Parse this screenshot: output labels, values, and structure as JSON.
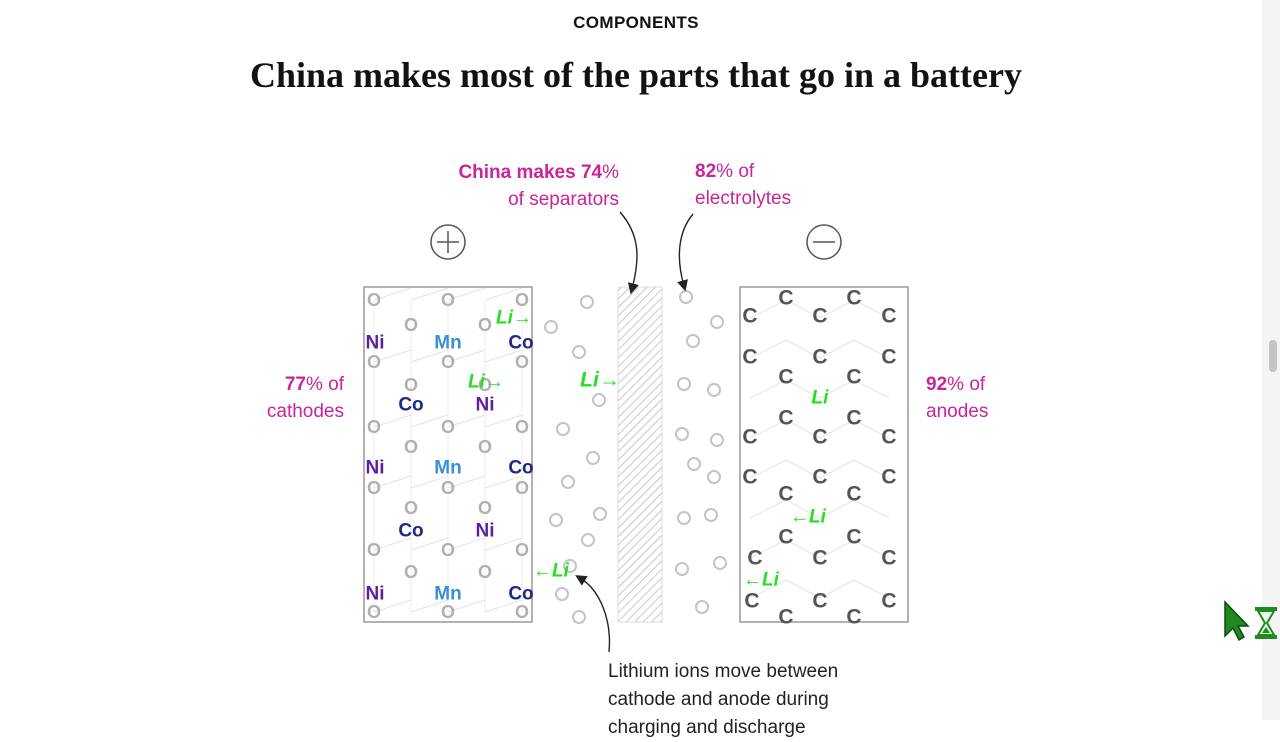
{
  "header": {
    "kicker": "COMPONENTS",
    "headline": "China makes most of the parts that go in a battery"
  },
  "annotations": {
    "separators": {
      "bold": "China makes 74",
      "pct": "%",
      "line2": "of separators"
    },
    "electrolytes": {
      "bold": "82",
      "line1_rest": "% of",
      "line2": "electrolytes"
    },
    "cathodes": {
      "bold": "77",
      "line1_rest": "% of",
      "line2": "cathodes"
    },
    "anodes": {
      "bold": "92",
      "line1_rest": "% of",
      "line2": "anodes"
    }
  },
  "caption": {
    "line1": "Lithium ions move between",
    "line2": "cathode and anode during",
    "line3": "charging and discharge"
  },
  "cathode": {
    "rows": [
      {
        "labels": [
          "Ni",
          "Mn",
          "Co"
        ]
      },
      {
        "labels": [
          "Co",
          "Ni"
        ]
      },
      {
        "labels": [
          "Ni",
          "Mn",
          "Co"
        ]
      },
      {
        "labels": [
          "Co",
          "Ni"
        ]
      },
      {
        "labels": [
          "Ni",
          "Mn",
          "Co"
        ]
      }
    ],
    "oxygen": "O"
  },
  "anode": {
    "carbon": "C",
    "li": "Li"
  },
  "ions": {
    "li_right": "Li→",
    "li_left": "←Li"
  },
  "terminals": {
    "positive": "+",
    "negative": "−"
  },
  "colors": {
    "accent_magenta": "#c9249a",
    "li_green": "#22e022",
    "ni_purple": "#5b1fa0",
    "mn_blue": "#3a8fd6",
    "co_navy": "#1e2a8a",
    "lattice_gray": "#b0b0b0",
    "carbon_dark": "#555555"
  }
}
